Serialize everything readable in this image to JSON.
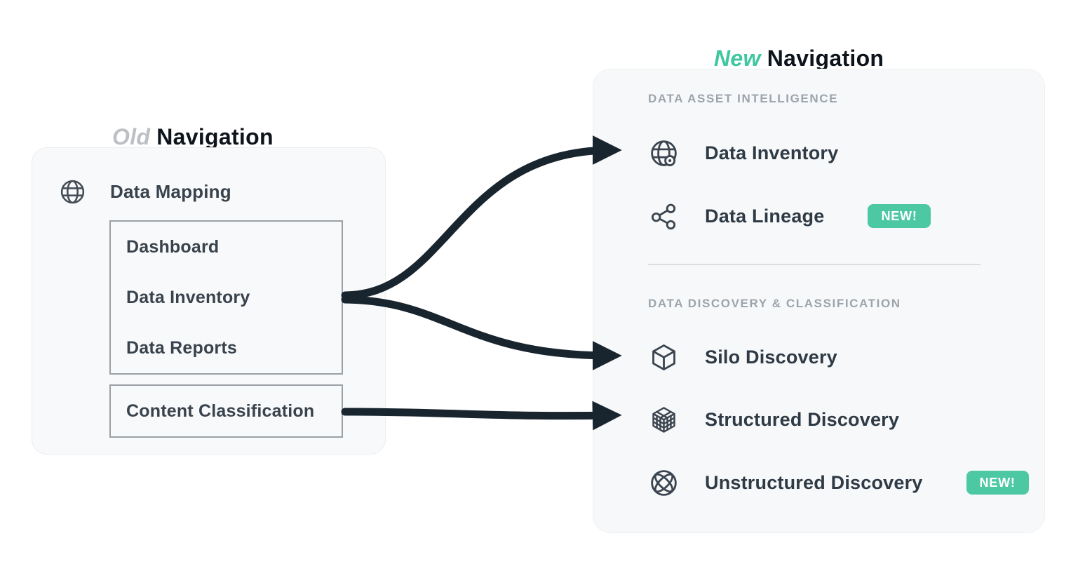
{
  "titles": {
    "old": {
      "highlight": "Old",
      "rest": "Navigation"
    },
    "new": {
      "highlight": "New",
      "rest": "Navigation"
    }
  },
  "old_nav": {
    "root_item": {
      "label": "Data Mapping",
      "icon": "globe-grid-icon"
    },
    "group1": [
      "Dashboard",
      "Data Inventory",
      "Data Reports"
    ],
    "group2": [
      "Content Classification"
    ]
  },
  "new_nav": {
    "sections": [
      {
        "header": "DATA ASSET INTELLIGENCE",
        "items": [
          {
            "label": "Data Inventory",
            "icon": "globe-gear-icon",
            "badge": ""
          },
          {
            "label": "Data Lineage",
            "icon": "lineage-nodes-icon",
            "badge": "NEW!"
          }
        ]
      },
      {
        "header": "DATA DISCOVERY & CLASSIFICATION",
        "items": [
          {
            "label": "Silo Discovery",
            "icon": "cube-icon",
            "badge": ""
          },
          {
            "label": "Structured Discovery",
            "icon": "grid-cube-icon",
            "badge": ""
          },
          {
            "label": "Unstructured Discovery",
            "icon": "wireframe-sphere-icon",
            "badge": "NEW!"
          }
        ]
      }
    ]
  },
  "arrows": [
    {
      "from": "Data Inventory (old)",
      "to": "Data Inventory (new)"
    },
    {
      "from": "Data Inventory (old)",
      "to": "Silo Discovery"
    },
    {
      "from": "Content Classification",
      "to": "Structured Discovery"
    }
  ],
  "colors": {
    "accent_teal": "#4cc8a2",
    "arrow_dark": "#18242e",
    "text_dark": "#2e3a45",
    "muted_gray": "#9ba4ac",
    "card_bg": "#f7f8f9",
    "old_highlight_gray": "#bcc0c5"
  }
}
